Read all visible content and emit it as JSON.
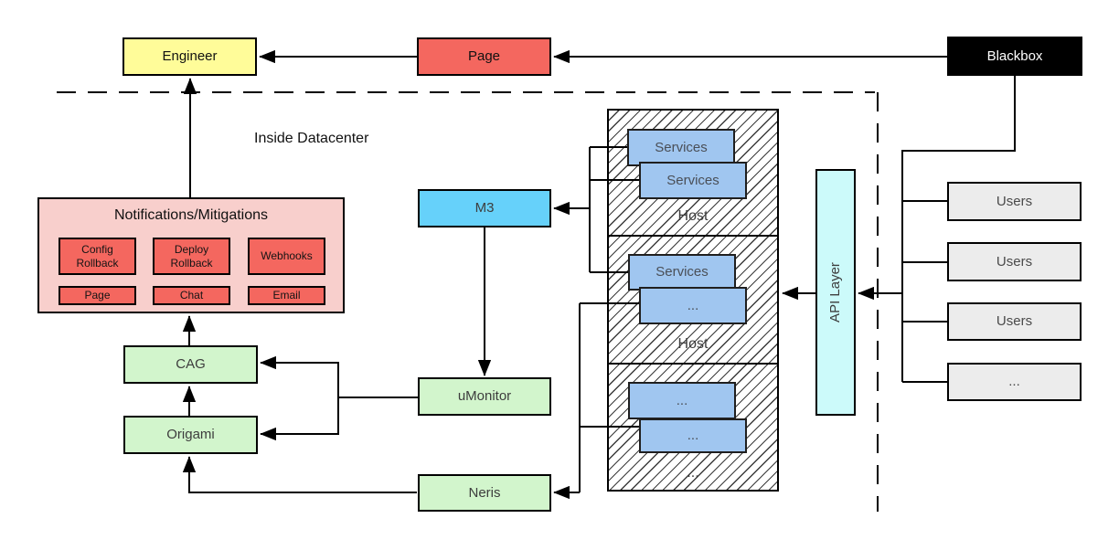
{
  "region": {
    "label": "Inside Datacenter"
  },
  "nodes": {
    "engineer": "Engineer",
    "page": "Page",
    "blackbox": "Blackbox",
    "m3": "M3",
    "umonitor": "uMonitor",
    "neris": "Neris",
    "cag": "CAG",
    "origami": "Origami",
    "api_layer": "API Layer"
  },
  "notifications": {
    "title": "Notifications/Mitigations",
    "items": [
      "Config Rollback",
      "Deploy Rollback",
      "Webhooks",
      "Page",
      "Chat",
      "Email"
    ]
  },
  "hosts": {
    "host1_label": "Host",
    "host2_label": "Host",
    "host3_label": "...",
    "services": [
      "Services",
      "Services",
      "Services",
      "...",
      "...",
      "..."
    ]
  },
  "users": [
    "Users",
    "Users",
    "Users",
    "..."
  ],
  "colors": {
    "engineer_fill": "#FFFC99",
    "alert_red_fill": "#F4675F",
    "notifications_fill": "#F8CFCC",
    "green_fill": "#D2F5CC",
    "m3_fill": "#66D1FA",
    "services_fill": "#A0C6F0",
    "api_layer_fill": "#CCFAFA",
    "users_fill": "#ECECEC",
    "blackbox_fill": "#000000",
    "line_color": "#000000"
  }
}
